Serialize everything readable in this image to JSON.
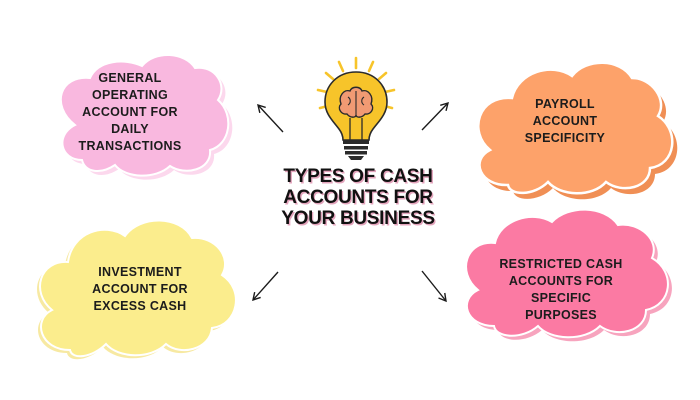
{
  "title_lines": [
    "TYPES OF CASH",
    "ACCOUNTS FOR",
    "YOUR BUSINESS"
  ],
  "clouds": [
    {
      "text": "GENERAL\nOPERATING\nACCOUNT FOR\nDAILY\nTRANSACTIONS",
      "color": "#f9b8df",
      "shadow": "#f6a9d3"
    },
    {
      "text": "PAYROLL\nACCOUNT\nSPECIFICITY",
      "color": "#fda26a",
      "shadow": "#f08f55"
    },
    {
      "text": "INVESTMENT\nACCOUNT FOR\nEXCESS CASH",
      "color": "#fbed8d",
      "shadow": "#f4e07b"
    },
    {
      "text": "RESTRICTED CASH\nACCOUNTS FOR\nSPECIFIC\nPURPOSES",
      "color": "#fb7aa3",
      "shadow": "#f26792"
    }
  ],
  "icons": [
    "lightbulb-brain-icon",
    "arrow-up-left-icon",
    "arrow-up-right-icon",
    "arrow-down-left-icon",
    "arrow-down-right-icon"
  ],
  "colors": {
    "bulb": "#f7c42a",
    "brain": "#f19a73",
    "bulb_base": "#2b2b2b",
    "arrow": "#1b1b1b",
    "title_shadow": "#e3a4bc"
  }
}
